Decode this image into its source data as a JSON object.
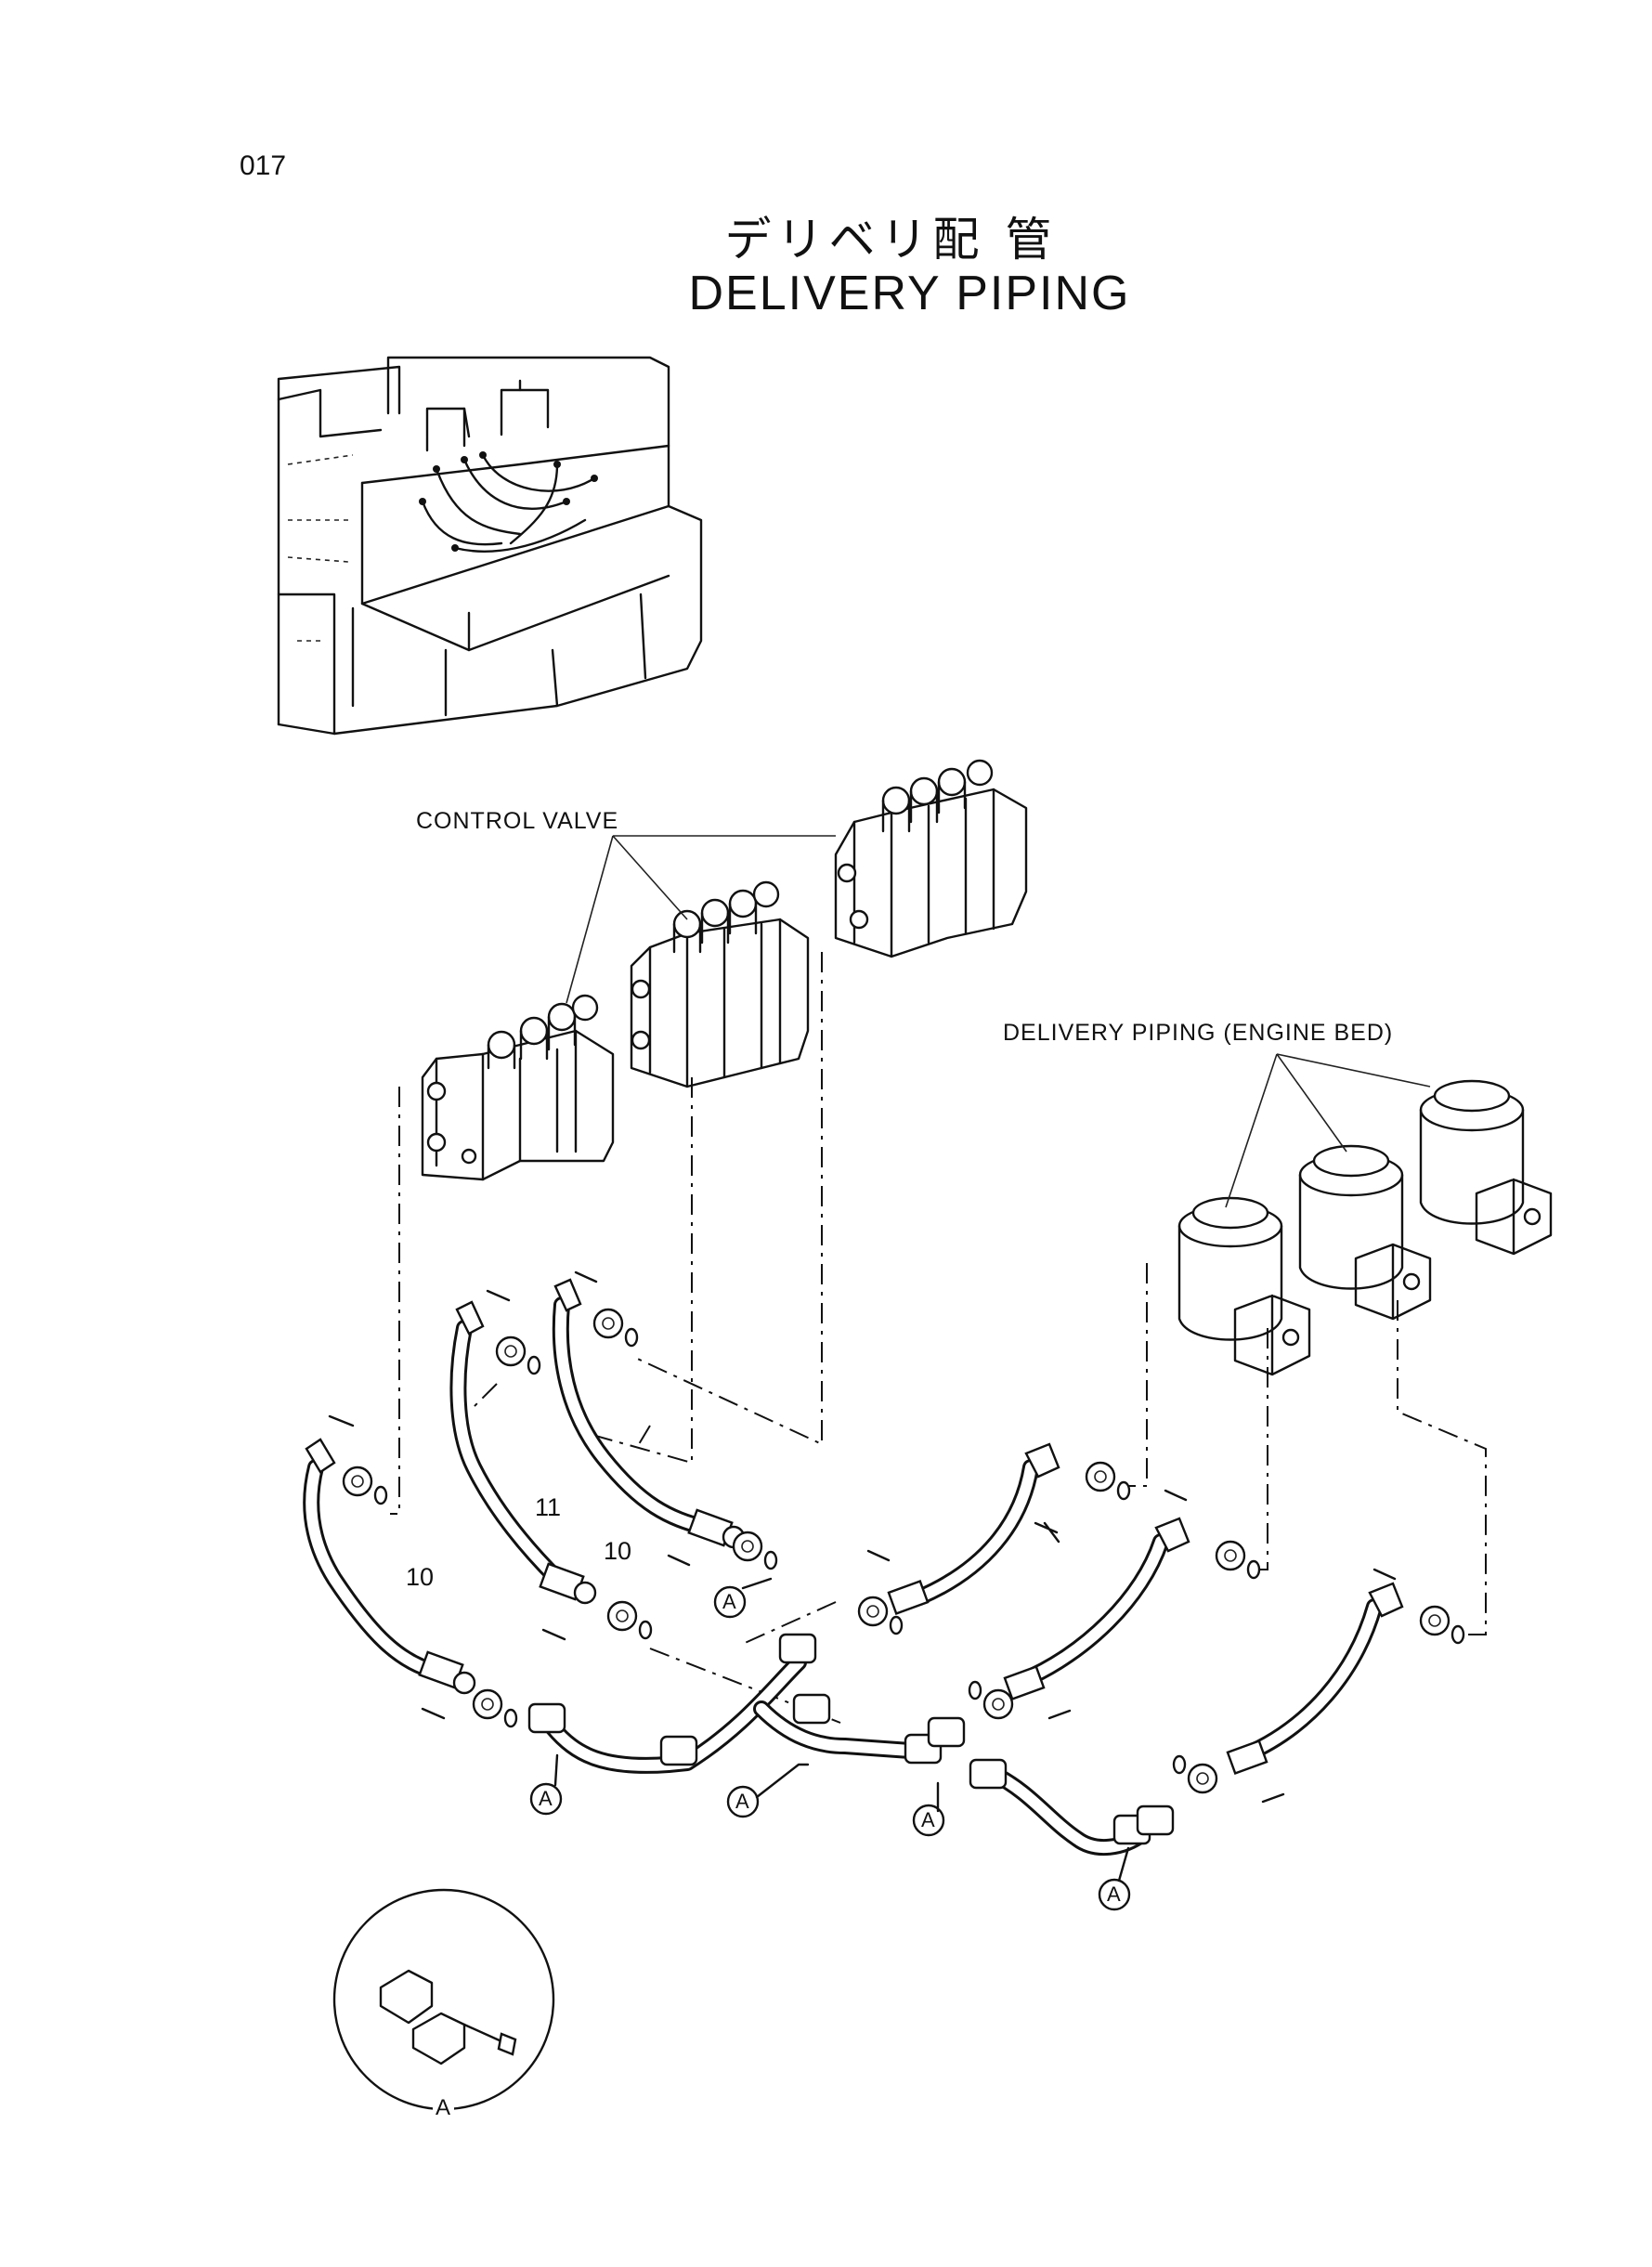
{
  "page": {
    "number": "017",
    "title_jp": "デリベリ配 管",
    "title_en": "DELIVERY  PIPING"
  },
  "callouts": {
    "control_valve": "CONTROL  VALVE",
    "delivery_engine_bed": "DELIVERY  PIPING  (ENGINE  BED)"
  },
  "part_numbers": {
    "hose_left": "10",
    "hose_mid": "11",
    "hose_right": "10"
  },
  "detail": {
    "marker": "A"
  }
}
